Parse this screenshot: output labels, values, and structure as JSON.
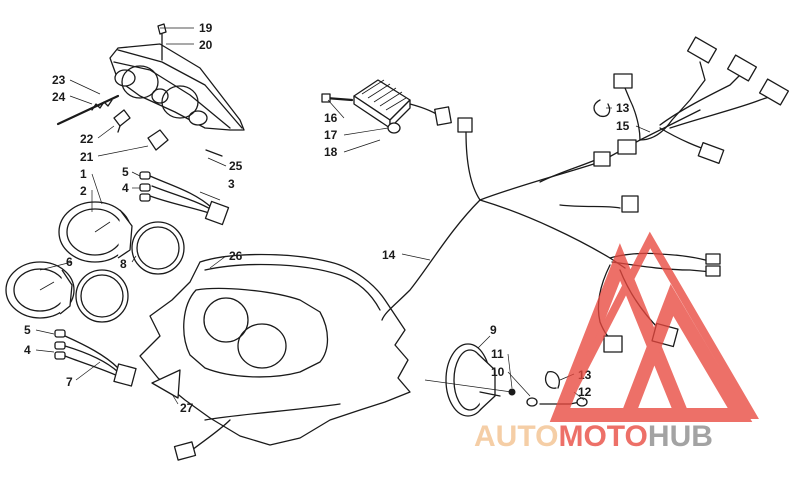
{
  "callouts": [
    {
      "id": "c19",
      "text": "19"
    },
    {
      "id": "c20",
      "text": "20"
    },
    {
      "id": "c23",
      "text": "23"
    },
    {
      "id": "c24",
      "text": "24"
    },
    {
      "id": "c22",
      "text": "22"
    },
    {
      "id": "c21",
      "text": "21"
    },
    {
      "id": "c25",
      "text": "25"
    },
    {
      "id": "c1",
      "text": "1"
    },
    {
      "id": "c2",
      "text": "2"
    },
    {
      "id": "c5a",
      "text": "5"
    },
    {
      "id": "c4a",
      "text": "4"
    },
    {
      "id": "c3",
      "text": "3"
    },
    {
      "id": "c8",
      "text": "8"
    },
    {
      "id": "c6",
      "text": "6"
    },
    {
      "id": "c26",
      "text": "26"
    },
    {
      "id": "c5b",
      "text": "5"
    },
    {
      "id": "c4b",
      "text": "4"
    },
    {
      "id": "c7",
      "text": "7"
    },
    {
      "id": "c27",
      "text": "27"
    },
    {
      "id": "c16",
      "text": "16"
    },
    {
      "id": "c17",
      "text": "17"
    },
    {
      "id": "c18",
      "text": "18"
    },
    {
      "id": "c13a",
      "text": "13"
    },
    {
      "id": "c15",
      "text": "15"
    },
    {
      "id": "c14",
      "text": "14"
    },
    {
      "id": "c9",
      "text": "9"
    },
    {
      "id": "c11",
      "text": "11"
    },
    {
      "id": "c10",
      "text": "10"
    },
    {
      "id": "c13b",
      "text": "13"
    },
    {
      "id": "c12",
      "text": "12"
    }
  ],
  "watermark": {
    "part1": "AUTO",
    "part2": "MOTO",
    "part3": "HUB",
    "color_light": "#f3c18e",
    "color_main": "#e8483e",
    "color_gray": "#8a8a8a"
  }
}
